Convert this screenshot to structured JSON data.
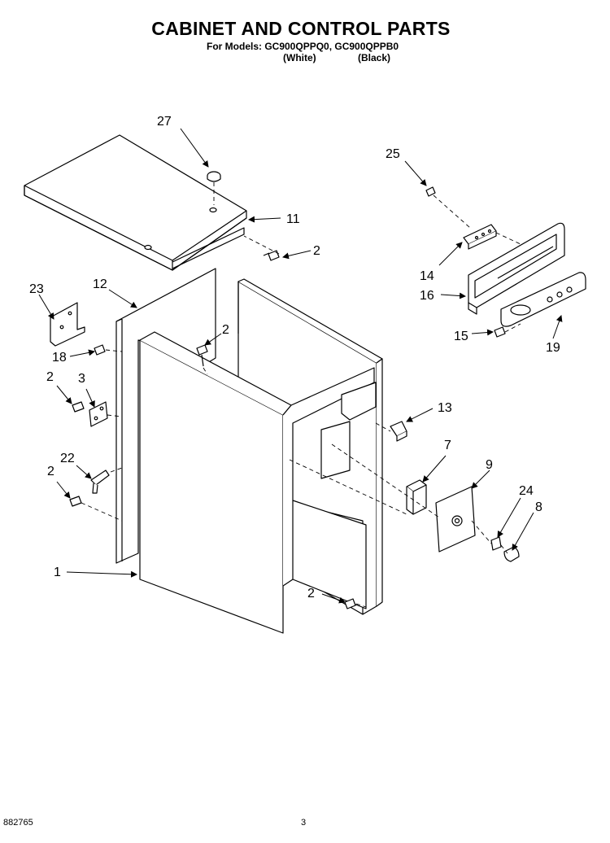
{
  "header": {
    "title": "CABINET AND CONTROL PARTS",
    "models_line": "For Models: GC900QPPQ0, GC900QPPB0",
    "color_white": "(White)",
    "color_black": "(Black)"
  },
  "callouts": {
    "c27": "27",
    "c11": "11",
    "c2a": "2",
    "c25": "25",
    "c14": "14",
    "c16": "16",
    "c15": "15",
    "c19": "19",
    "c23": "23",
    "c12": "12",
    "c18": "18",
    "c2b": "2",
    "c2c": "2",
    "c3": "3",
    "c13": "13",
    "c7": "7",
    "c9": "9",
    "c22": "22",
    "c2d": "2",
    "c24": "24",
    "c8": "8",
    "c1": "1",
    "c2e": "2"
  },
  "footer": {
    "doc_number": "882765",
    "page_number": "3"
  }
}
